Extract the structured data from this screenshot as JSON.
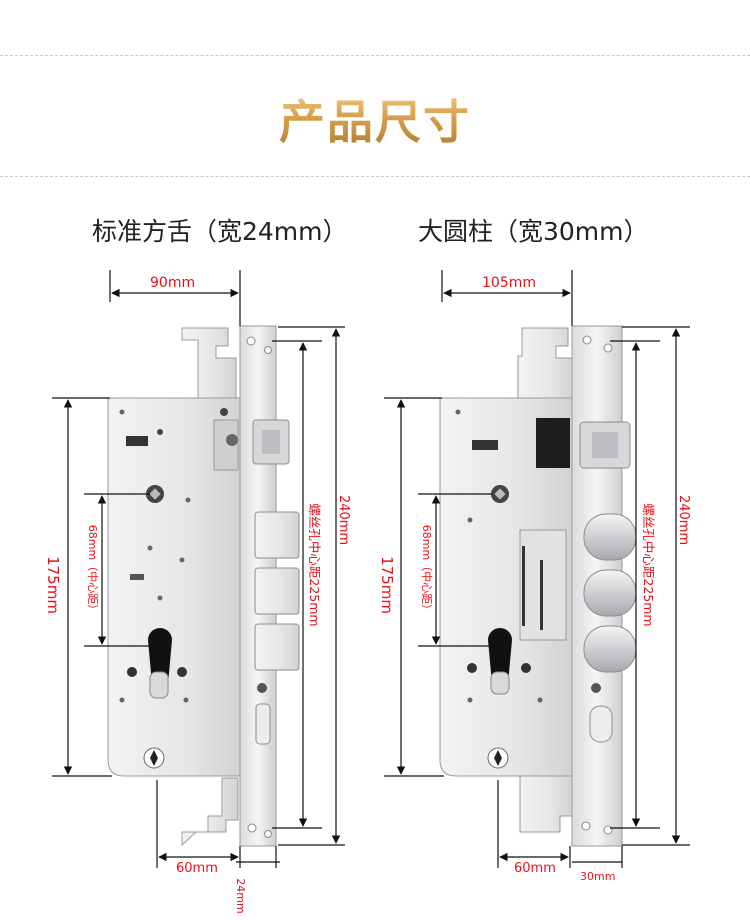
{
  "page_title": "产品尺寸",
  "variants": [
    {
      "title": "标准方舌（宽24mm）",
      "dims": {
        "top_width": "90mm",
        "height_left": "175mm",
        "center_distance": "68mm（中心距）",
        "screw_hole_distance": "螺丝孔中心距225mm",
        "total_height": "240mm",
        "bottom_width": "60mm",
        "plate_width": "24mm"
      }
    },
    {
      "title": "大圆柱（宽30mm）",
      "dims": {
        "top_width": "105mm",
        "height_left": "175mm",
        "center_distance": "68mm（中心距）",
        "screw_hole_distance": "螺丝孔中心距225mm",
        "total_height": "240mm",
        "bottom_width": "60mm",
        "plate_width": "30mm"
      }
    }
  ],
  "colors": {
    "dimension_text": "#e8101a",
    "lock_body": "#e9e9eb",
    "lock_edge": "#9a9a9a",
    "title_gold": "#c9a05a"
  }
}
